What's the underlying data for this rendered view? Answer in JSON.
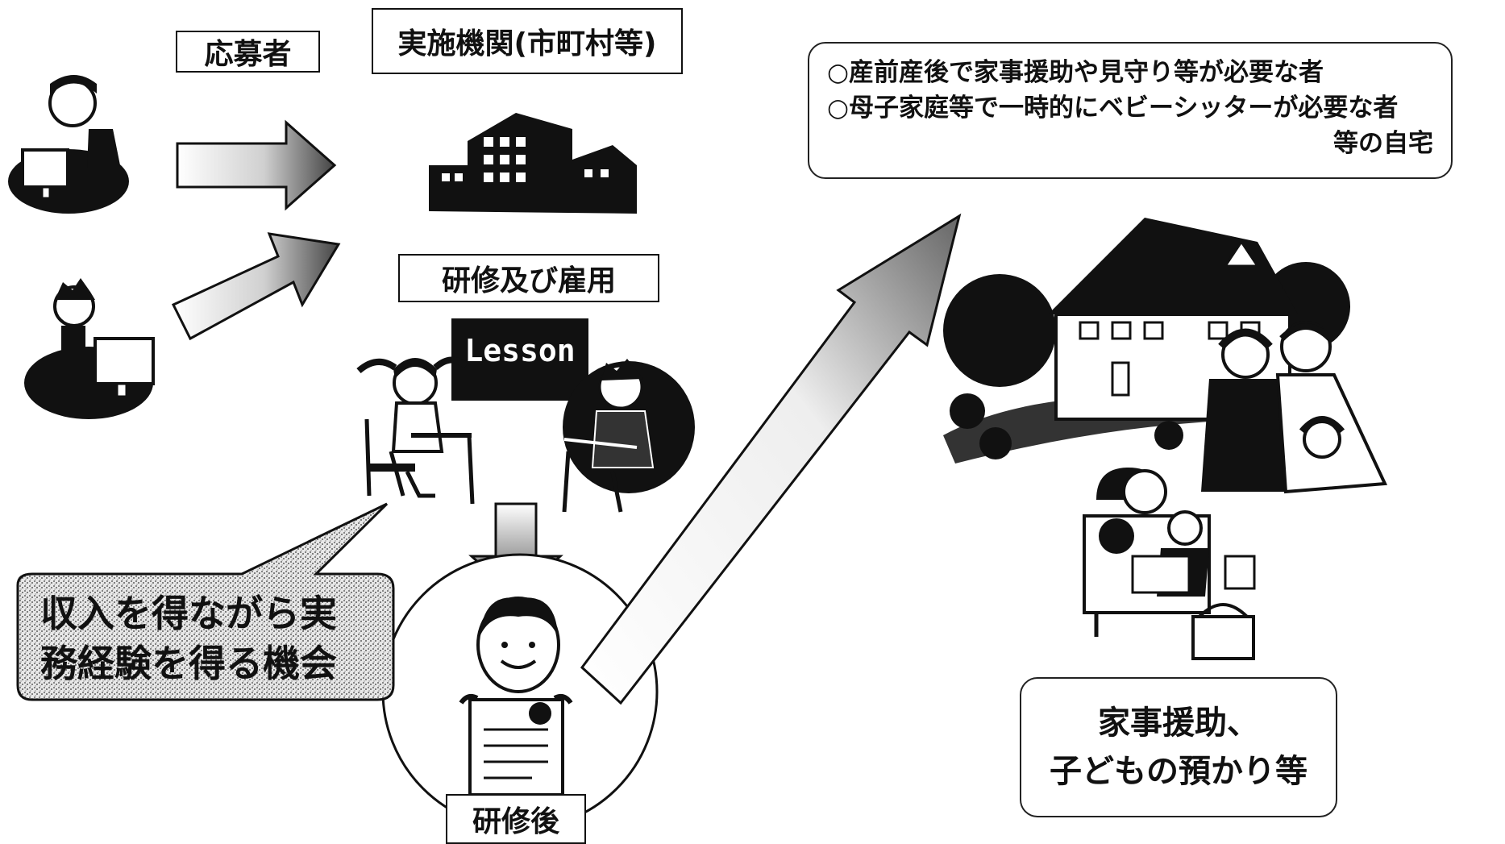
{
  "labels": {
    "applicant": "応募者",
    "implementer": "実施機関(市町村等)",
    "training_employment": "研修及び雇用",
    "after_training": "研修後",
    "lesson": "Lesson"
  },
  "opportunity": {
    "line1": "収入を得ながら実",
    "line2": "務経験を得る機会"
  },
  "target_homes": {
    "line1": "○産前産後で家事援助や見守り等が必要な者",
    "line2": "○母子家庭等で一時的にベビーシッターが必要な者",
    "line3": "等の自宅"
  },
  "services": {
    "line1": "家事援助、",
    "line2": "子どもの預かり等"
  },
  "colors": {
    "ink": "#111111",
    "paper": "#ffffff",
    "shade": "#555555"
  },
  "icons": [
    "person-at-computer-icon",
    "building-icon",
    "classroom-icon",
    "graduate-with-certificate-icon",
    "house-family-icon"
  ]
}
